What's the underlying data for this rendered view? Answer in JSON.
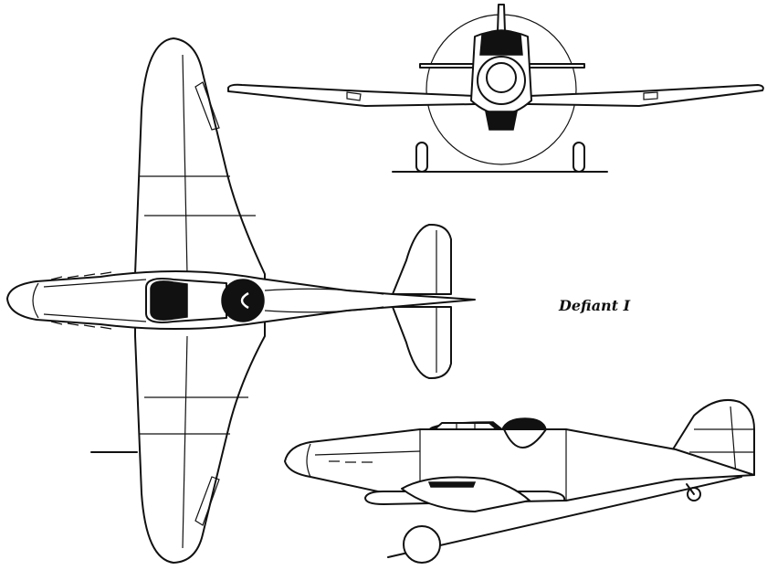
{
  "drawing": {
    "title": "Defiant I",
    "views": [
      "plan",
      "front",
      "side"
    ]
  }
}
